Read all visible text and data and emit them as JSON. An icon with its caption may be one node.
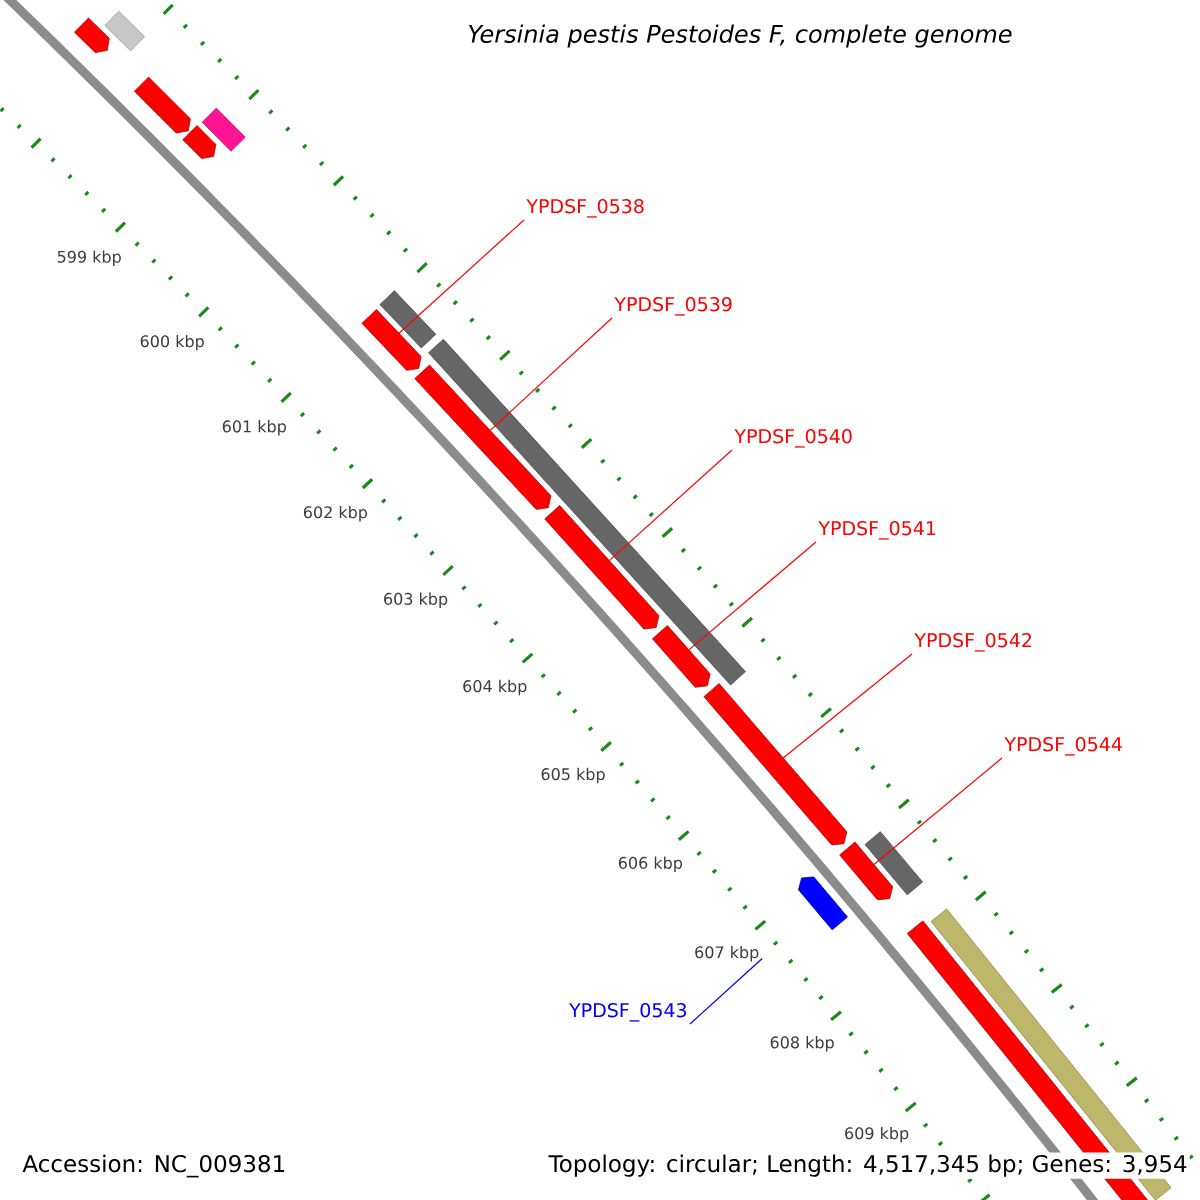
{
  "diagram": {
    "title": "Yersinia pestis Pestoides F, complete genome",
    "nodes": [
      {
        "text": [
          "YPDSF_0538"
        ]
      },
      {
        "text": [
          "YPDSF_0539"
        ]
      },
      {
        "text": [
          "YPDSF_0540"
        ]
      },
      {
        "text": [
          "YPDSF_0541"
        ]
      },
      {
        "text": [
          "YPDSF_0542"
        ]
      },
      {
        "text": [
          "YPDSF_0544"
        ]
      },
      {
        "text": [
          "YPDSF_0543"
        ]
      },
      {
        "text": [],
        "shape": "pentagon"
      },
      {
        "text": [],
        "shape": "bar"
      },
      {
        "text": [],
        "shape": "pentagon"
      },
      {
        "text": [],
        "shape": "pentagon"
      },
      {
        "text": [],
        "shape": "bar"
      },
      {
        "text": [],
        "shape": "bar"
      },
      {
        "text": [],
        "shape": "pentagon"
      },
      {
        "text": [],
        "shape": "bar"
      },
      {
        "text": [],
        "shape": "pentagon"
      },
      {
        "text": [],
        "shape": "pentagon"
      },
      {
        "text": [],
        "shape": "pentagon"
      },
      {
        "text": [],
        "shape": "pentagon"
      },
      {
        "text": [],
        "shape": "pentagon"
      },
      {
        "text": [],
        "shape": "bar"
      },
      {
        "text": [],
        "shape": "pentagon"
      },
      {
        "text": [],
        "shape": "bar"
      },
      {
        "text": [],
        "shape": "bar"
      }
    ],
    "edges": [
      {
        "from": 0,
        "to": 13,
        "arrow": "none"
      },
      {
        "from": 1,
        "to": 15,
        "arrow": "none"
      },
      {
        "from": 2,
        "to": 16,
        "arrow": "none"
      },
      {
        "from": 3,
        "to": 17,
        "arrow": "none"
      },
      {
        "from": 4,
        "to": 18,
        "arrow": "none"
      },
      {
        "from": 5,
        "to": 19,
        "arrow": "none"
      },
      {
        "from": 6,
        "to": 21,
        "arrow": "none",
        "color": "#0000ff"
      }
    ],
    "labels": [
      "599 kbp",
      "600 kbp",
      "601 kbp",
      "602 kbp",
      "603 kbp",
      "604 kbp",
      "605 kbp",
      "606 kbp",
      "607 kbp",
      "608 kbp",
      "609 kbp",
      "Accession: NC_009381",
      "Topology: circular; Length: 4,517,345 bp; Genes: 3,954"
    ]
  }
}
